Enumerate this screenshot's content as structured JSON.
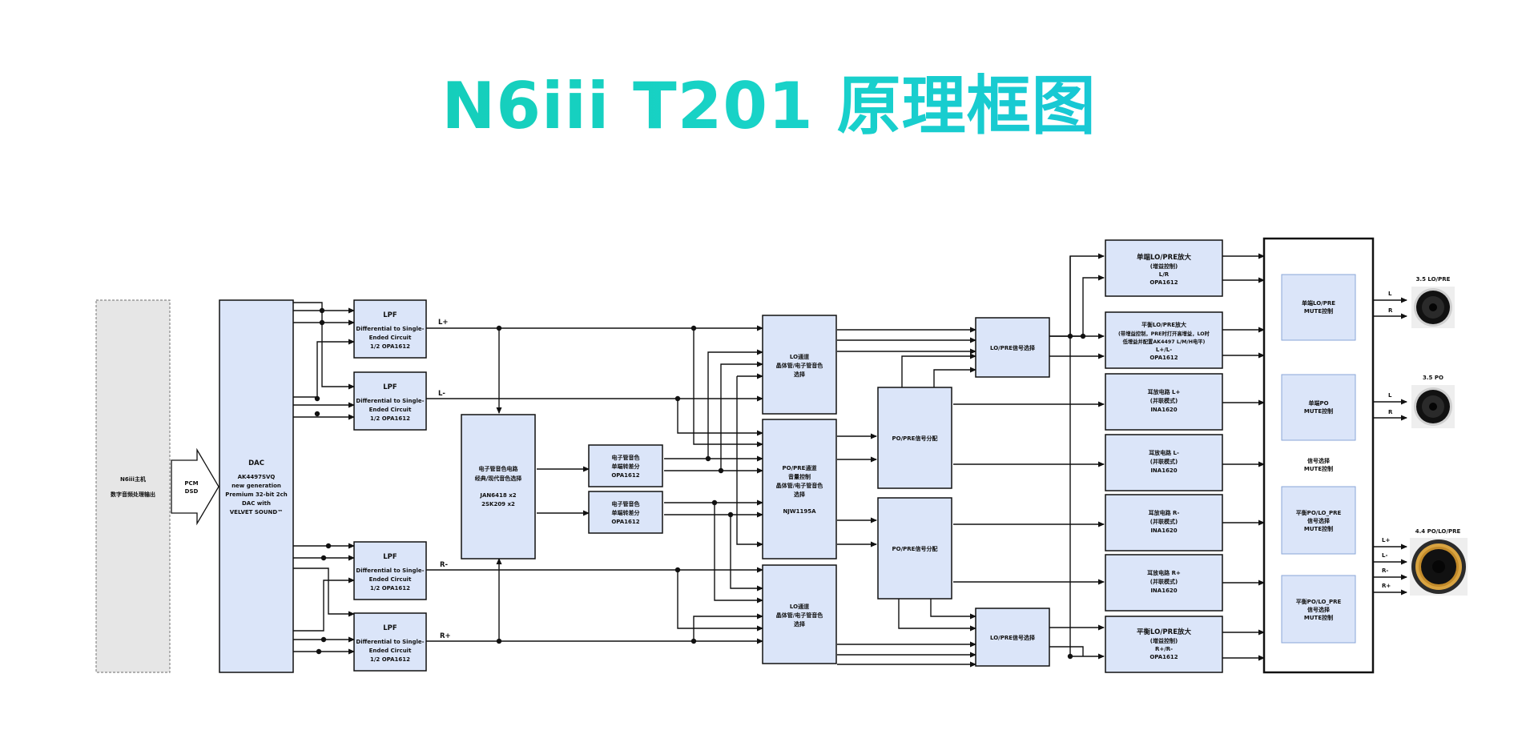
{
  "title": "N6iii T201 原理框图",
  "host": {
    "name": "N6iii主机",
    "sub": "数字音频处理输出"
  },
  "pcm_dsd": [
    "PCM",
    "DSD"
  ],
  "dac": [
    "DAC",
    "AK4497SVQ",
    "new generation",
    "Premium 32-bit 2ch",
    "DAC with",
    "VELVET SOUND™"
  ],
  "lpf_blocks": [
    [
      "LPF",
      "Differential to Single-",
      "Ended Circuit",
      "1/2 OPA1612"
    ],
    [
      "LPF",
      "Differential to Single-",
      "Ended Circuit",
      "1/2 OPA1612"
    ],
    [
      "LPF",
      "Differential to Single-",
      "Ended Circuit",
      "1/2 OPA1612"
    ],
    [
      "LPF",
      "Differential to Single-",
      "Ended Circuit",
      "1/2 OPA1612"
    ]
  ],
  "signal_labels": [
    "L+",
    "L-",
    "R-",
    "R+"
  ],
  "tube_circuit": [
    "电子管音色电路",
    "经典/现代音色选择",
    "",
    "JAN6418 x2",
    "2SK209 x2"
  ],
  "tube_sum_blocks": [
    [
      "电子管音色",
      "单端转差分",
      "OPA1612"
    ],
    [
      "电子管音色",
      "单端转差分",
      "OPA1612"
    ]
  ],
  "lo_channel_top": [
    "LO通道",
    "晶体管/电子管音色",
    "选择"
  ],
  "po_pre_channel": [
    "PO/PRE通道",
    "音量控制",
    "晶体管/电子管音色",
    "选择",
    "",
    "NJW1195A"
  ],
  "lo_channel_bottom": [
    "LO通道",
    "晶体管/电子管音色",
    "选择"
  ],
  "po_pre_dist": [
    "PO/PRE信号分配",
    "PO/PRE信号分配"
  ],
  "lo_pre_select": [
    "LO/PRE信号选择",
    "LO/PRE信号选择"
  ],
  "amp_blocks": [
    [
      "单端LO/PRE放大",
      "(增益控制)",
      "L/R",
      "OPA1612"
    ],
    [
      "平衡LO/PRE放大",
      "(带增益控制，PRE时打开高增益，LO时",
      "低增益并配置AK4497 L/M/H电平)",
      "L+/L-",
      "OPA1612"
    ],
    [
      "耳放电路 L+",
      "(并联模式)",
      "INA1620"
    ],
    [
      "耳放电路 L-",
      "(并联模式)",
      "INA1620"
    ],
    [
      "耳放电路 R-",
      "(并联模式)",
      "INA1620"
    ],
    [
      "耳放电路 R+",
      "(并联模式)",
      "INA1620"
    ],
    [
      "平衡LO/PRE放大",
      "(增益控制)",
      "R+/R-",
      "OPA1612"
    ]
  ],
  "mute_blocks": [
    [
      "单端LO/PRE",
      "MUTE控制"
    ],
    [
      "单端PO",
      "MUTE控制"
    ],
    [
      "信号选择",
      "MUTE控制"
    ],
    [
      "平衡PO/LO_PRE",
      "信号选择",
      "MUTE控制"
    ],
    [
      "平衡PO/LO_PRE",
      "信号选择",
      "MUTE控制"
    ]
  ],
  "outputs": [
    {
      "name": "3.5 LO/PRE",
      "pins": [
        "L",
        "R"
      ]
    },
    {
      "name": "3.5 PO",
      "pins": [
        "L",
        "R"
      ]
    },
    {
      "name": "4.4 PO/LO/PRE",
      "pins": [
        "L+",
        "L-",
        "R-",
        "R+"
      ]
    }
  ],
  "colors": {
    "block_fill": "#dbe5f9",
    "host_fill": "#e6e6e6",
    "title_from": "#11c8a9",
    "title_to": "#19b8e6",
    "jack_gold": "#d9a441"
  }
}
